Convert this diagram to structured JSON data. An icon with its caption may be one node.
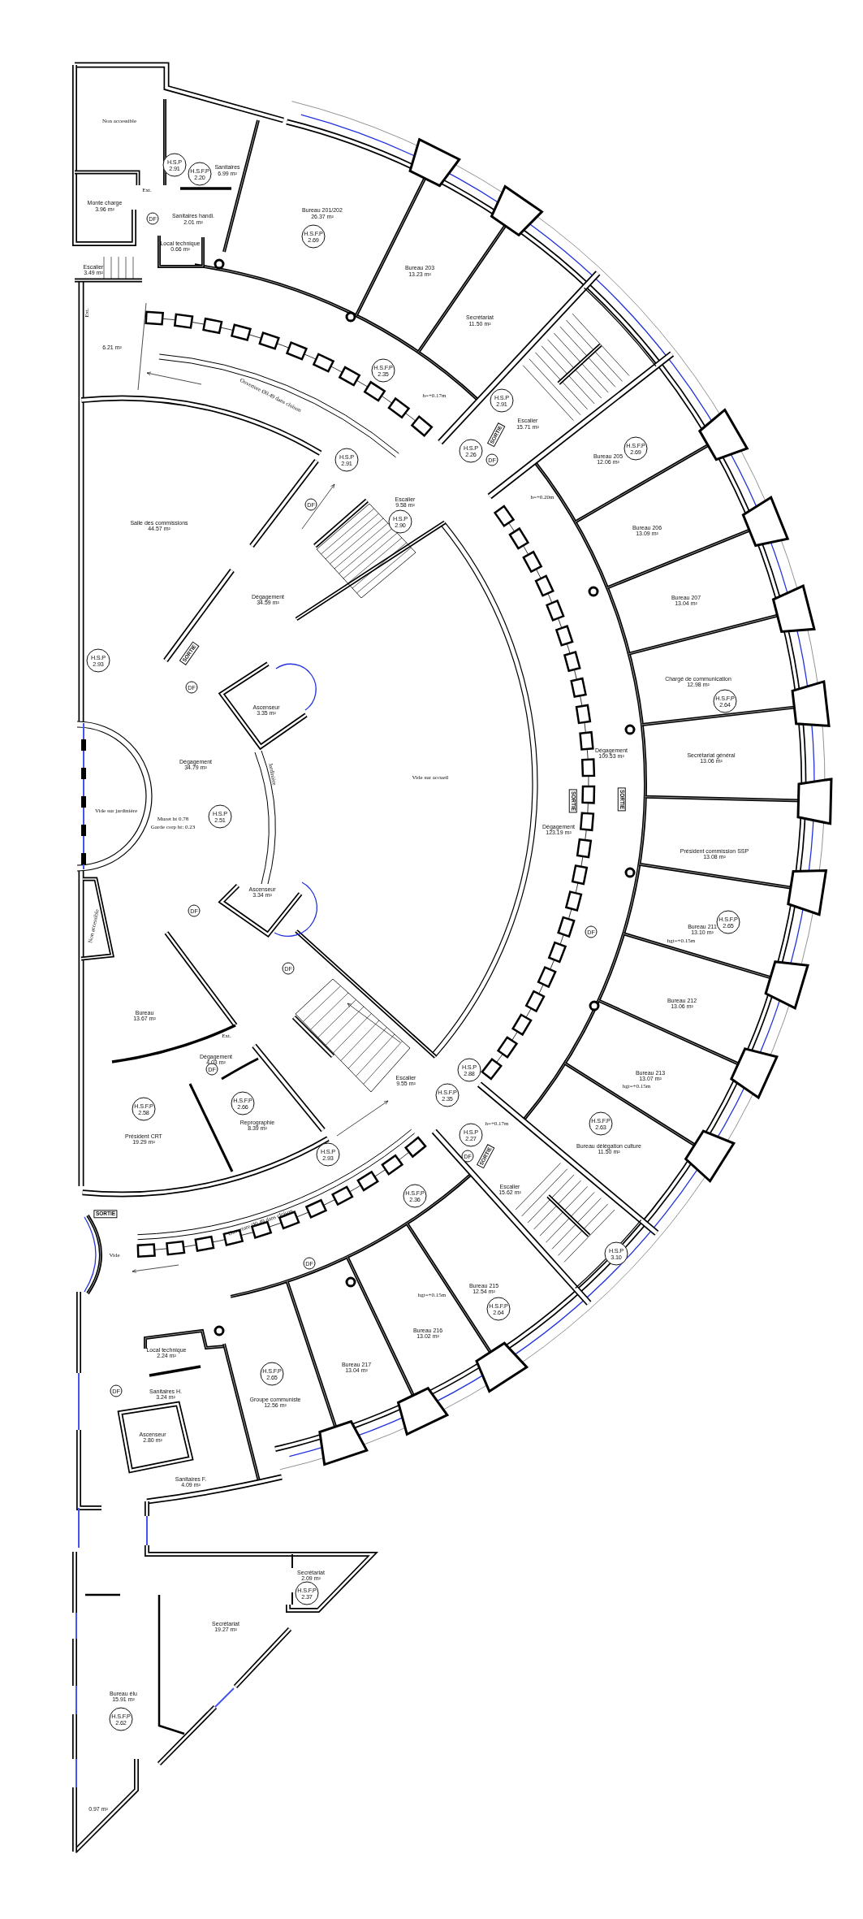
{
  "diagram": {
    "labels": [
      "Non accessible",
      "Sanitaires",
      "6.99 m²",
      "H.S.P 2.91",
      "H.S.F.P 2.20",
      "Monte charge",
      "3.96 m²",
      "Ext.",
      "DF",
      "Sanitaires handi.",
      "2.01 m²",
      "Local technique",
      "0.66 m²",
      "Bureau 201/202",
      "26.37 m²",
      "H.S.F.P 2.69",
      "Escalier",
      "3.49 m²",
      "Bureau 203",
      "13.23 m²",
      "Ext.",
      "Secrétariat",
      "11.50 m²",
      "6.21 m²",
      "H.S.F.P 2.35",
      "Ouverture Ø0.49 dans cloison",
      "h=+0.17m",
      "H.S.P 2.91",
      "Escalier",
      "15.71 m²",
      "SORTIE",
      "H.S.P 2.26",
      "DF",
      "Bureau 205",
      "12.06 m²",
      "H.S.F.P 2.69",
      "H.S.P 2.91",
      "h=+0.20m",
      "Escalier",
      "9.58 m²",
      "DF",
      "H.S.P 2.90",
      "Salle des commissions",
      "44.57 m²",
      "Bureau 206",
      "13.09 m²",
      "Dégagement",
      "34.59 m²",
      "Bureau 207",
      "13.04 m²",
      "SORTIE",
      "H.S.P 2.93",
      "Chargé de communication",
      "12.98 m²",
      "DF",
      "H.S.F.P 2.64",
      "Ascenseur",
      "3.35 m²",
      "Dégagement",
      "109.53 m²",
      "Secrétariat général",
      "13.06 m²",
      "Dégagement",
      "34.79 m²",
      "Jardinière",
      "Vide sur accueil",
      "SORTIE",
      "SORTIE",
      "Vide sur jardinière",
      "H.S.P 2.51",
      "Muret ht 0.78",
      "Garde corp ht: 0.23",
      "Dégagement",
      "123.19 m²",
      "Président commission SSP",
      "13.08 m²",
      "Ascenseur",
      "3.34 m²",
      "DF",
      "H.S.F.P 2.65",
      "Bureau 211",
      "13.10 m²",
      "DF",
      "hgt=+0.15m",
      "Non accessible",
      "DF",
      "Bureau 212",
      "13.06 m²",
      "Bureau",
      "13.67 m²",
      "Ext.",
      "Dégagement",
      "4.03 m²",
      "DF",
      "Bureau 213",
      "13.07 m²",
      "H.S.P 2.88",
      "Escalier",
      "9.55 m²",
      "H.S.F.P 2.35",
      "hgt=+0.15m",
      "H.S.F.P 2.66",
      "H.S.F.P 2.58",
      "h=+0.17m",
      "Reprographie",
      "8.39 m²",
      "H.S.F.P 2.63",
      "Président CRT",
      "19.29 m²",
      "H.S.P 2.27",
      "Bureau délégation culture",
      "11.50 m²",
      "DF",
      "H.S.P 2.93",
      "SORTIE",
      "Escalier",
      "15.62 m²",
      "H.S.F.P 2.36",
      "SORTIE",
      "Ouverture Ø0.49 dans cloison",
      "H.S.P 3.10",
      "DF",
      "Vide",
      "Bureau 215",
      "12.54 m²",
      "hgt=+0.15m",
      "H.S.F.P 2.64",
      "Bureau 216",
      "13.02 m²",
      "Local technique",
      "2.24 m²",
      "Bureau 217",
      "13.04 m²",
      "H.S.F.P 2.65",
      "DF",
      "Sanitaires H.",
      "3.24 m²",
      "Groupe communiste",
      "12.56 m²",
      "Ascenseur",
      "2.80 m²",
      "Sanitaires F.",
      "4.09 m²",
      "Secrétariat",
      "2.09 m²",
      "H.S.F.P 2.37",
      "Secrétariat",
      "19.27 m²",
      "Bureau élu",
      "15.91 m²",
      "H.S.F.P 2.62",
      "0.97 m²"
    ]
  }
}
